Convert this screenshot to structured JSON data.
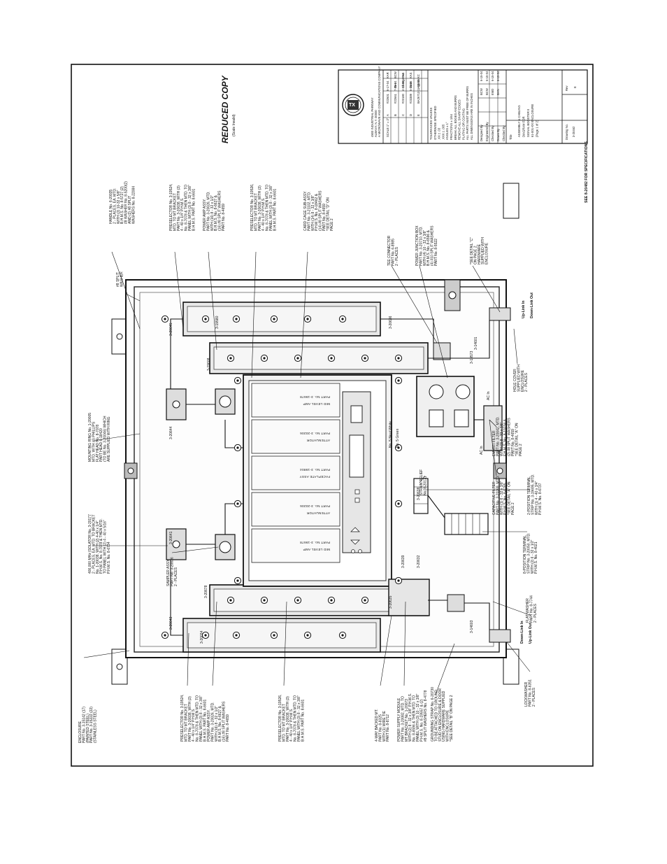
{
  "stamp": {
    "title": "REDUCED COPY",
    "subtitle": "(Scale Invalid)"
  },
  "side_note": "SEE 8-20482 FOR SPECIFICATIONS",
  "title_block": {
    "company_lines": [
      "4900 INDUSTRIAL PARKWAY",
      "ALBANY, N.Y. 00000",
      "A MICROWAVE AND COMMUNICATIONS COMPANY"
    ],
    "scale": "SCALE 1\" = 2\"",
    "rev_headers": [
      "Rev",
      "Change No.",
      "Date",
      "Approv."
    ],
    "revisions": [
      [
        "A",
        "#22601",
        "6-17-04",
        "KAR"
      ],
      [
        "B",
        "#22661",
        "7-25-04",
        "BCW"
      ],
      [
        "C",
        "#23180",
        "4-14-05",
        "KAS"
      ],
      [
        "D",
        "#23389",
        "5-23-05",
        "KAS"
      ],
      [
        "E",
        "BA26713",
        "11-15-05",
        "KC"
      ]
    ],
    "tolerances": [
      "TOLERANCES UNLESS",
      "OTHERWISE SPECIFIED",
      ".XX      ± .03",
      ".XXX     ± .005",
      "ANGLES   ± 1°",
      "FRACTIONS ± 1/64",
      "BREAK ALL EDGES AND BURRS",
      "REMOVE ALL SHARP EDGES",
      "PLATING OR COATING",
      "ALL PARTS MUST BE FREE OF BURRS",
      "ALL DIMENSIONS ARE IN INCHES"
    ],
    "sign_rows": [
      [
        "Designed By",
        "BCW",
        "6-15-04"
      ],
      [
        "Engineered By",
        "BCW",
        "6-15-04"
      ],
      [
        "Checked By",
        "EMD",
        "6-15-04"
      ],
      [
        "Drawn By",
        "BHN",
        "6-15-04"
      ],
      [
        "Checked By",
        "",
        ""
      ]
    ],
    "title_lines": [
      "ASSEMBLY & CABLING",
      "DIAGRAM FOR",
      "SIGNAL BOOSTER II",
      "61-001-XX ENCLOSURE",
      "(Page 1 of 2)"
    ],
    "title_label": "Title",
    "drawing_no_label": "Drawing No.",
    "drawing_no": "3-20462",
    "rev_label": "Rev",
    "rev": "E"
  },
  "modules": [
    {
      "name": "MID LEVEL AMP",
      "part": "PART No. 3-19678"
    },
    {
      "name": "ATTENUATOR",
      "part": "PART No. 3-20206"
    },
    {
      "name": "FACEPLATE ASSY",
      "part": "PART No. 3-19804"
    },
    {
      "name": "ATTENUATOR",
      "part": "PART No. 3-20206"
    },
    {
      "name": "MID LEVEL AMP",
      "part": "PART No. 3-19678"
    }
  ],
  "part_tags": [
    "3-20643",
    "3-20678",
    "3-20645",
    "3-20644",
    "3-20641",
    "3-19580",
    "3-20638",
    "3-20632",
    "3-20639",
    "3-19573",
    "3-14603",
    "3-14601",
    "3-20034",
    "3-20635",
    "3-19608",
    "3-20636"
  ],
  "callouts_top": [
    [
      "HANDLE No. 6-20035",
      "2 - PLACES, EA. MTD.",
      "WITH (2) 10-32 x 5/8\"",
      "B.H.M.S. No. 8-5727 (2)",
      "#8 WASHER No. 8-5200(2)",
      "AND (2) #8 SPLIT",
      "WASHERS No. 8-22084"
    ],
    [
      "#8 SPLIT",
      "WASHER"
    ],
    [
      "PRESELECTOR No. 3-19524,",
      "MTD. TO MT BRACKET",
      "PART No. 3-20038, WITH (3)",
      "4 - 40 x 1/4\" P.H.M.S.",
      "No. 8-7078 & THEN MTD. TO",
      "PANEL WITH (3) 8 - 32 x 3/8\"",
      "B.H.M.S. PART No. 8-6601"
    ],
    [
      "POWER AMP ASSY.",
      "PART No. 3-20026, MTD.",
      "WITH (16) 8 - 32 x 1/2\"",
      "B.H.M.S. No. 8-6627 &",
      "(16) #8 SPLIT WASHERS",
      "PART No. 8-4659"
    ],
    [
      "PRESELECTOR No. 3-19526,",
      "MTD. TO MT BRACKET",
      "PART No. 3-20038, WITH (3)",
      "4 - 40 x 1/4\" P.H.M.S.",
      "No. 8-7078 & THEN MTD. TO",
      "PANEL WITH (3) 8 - 32 x 3/8\"",
      "B.H.M.S. PART No. 8-6601"
    ],
    [
      "CARD CAGE SUB-ASSY.",
      "PART No. 3-21102, MTD.",
      "WITH (14) 8 - 32 x 3/8\"",
      "P.H.M.S. No. 8-18462 &",
      "(14) #8 SPLIT WASHERS",
      "PART No. 8-4659",
      "*SEE DETAIL \"D\" ON",
      "PAGE 2"
    ],
    [
      "TEE CONNECTOR",
      "PART No. 6-8985",
      "2 - PLACES"
    ],
    [
      "POWER JUNCTION BOX",
      "PART No. 3-20710, MTD.",
      "WITH (4) 10 - 32 x 3/8\"",
      "B.H.M.S. No. 8-6596 &",
      "(4) #10 SPLIT WASHERS",
      "PART No. 8-5522"
    ],
    [
      "*SEE DETAIL \"C\"",
      "ON PAGE 2,",
      "HARDWARE",
      "SUPPLIED WITH",
      "ENCLOSURE"
    ]
  ],
  "callouts_bottom": [
    [
      "ENCLOSURE",
      "PART No. 3-15142 (17)",
      "(PAINTED STEEL)",
      "PART No. 3-15222 (22)",
      "(STAINLESS STEEL)"
    ],
    [
      "PRESELECTOR No. 3-19524,",
      "MTD. TO MT BRACKET",
      "PART No. 3-20038, WITH (3)",
      "4 - 40 x 1/4\" P.H.M.S.",
      "No. 8-7078 & THEN MTD. TO",
      "PANEL WITH (3) 8 - 32 x 3/8\"",
      "B.H.M.S. PART No. 8-6601"
    ],
    [
      "POWER AMP ASSY.",
      "PART No. 3-20026, MTD.",
      "WITH (16) 8 - 32 x 1/2\"",
      "B.H.M.S. No. 8-6627 &",
      "(16) #8 SPLIT WASHERS",
      "PART No. 8-4659"
    ],
    [
      "PRESELECTOR No. 3-19526,",
      "MTD. TO MT BRACKET",
      "PART No. 3-20038, WITH (3)",
      "4 - 40 x 1/4\" P.H.M.S.",
      "No. 8-7078 & THEN MTD. TO",
      "PANEL WITH (3) 8 - 32 x 3/8\"",
      "B.H.M.S. PART No. 8-6601"
    ],
    [
      "4-WAY BACKED MT.",
      "PART No. 8-8325",
      "WITH (1) WIRE TIE",
      "PART No. 8-8712"
    ],
    [
      "POWER SUPPLY MODULE",
      "PART No. 3-20082, MTD. TO",
      "MT BRACKET No. 1-20073",
      "WITH (2) 8 - 32 x 3/8\" P.H.M.S.",
      "No. 8-6596 & THEN MTD. TO",
      "PANEL WITH (3) 10 - 32 x 3/8\"",
      "P.H.M.S. No. 8-19557 & (2)",
      "#8 SPLIT WASHERS No. 8-4778"
    ],
    [
      "GROUNDING STRAP No. 6-20730",
      "TO BE ATTACHED TO GROUND",
      "STUD ON ENCLOSURE & DOOR",
      "USING HARDWARE SUPPLIED",
      "WITH ENCLOSURE",
      "*SEE DETAIL \"B\" ON PAGE 2"
    ],
    [
      "LOCKWASHER",
      "PART No. 8-6351",
      "2 - PLACES"
    ],
    [
      "FLAT WASHER",
      "PART No. 8-7744",
      "2 - PLACES"
    ]
  ],
  "callouts_mid": [
    [
      "400,000 MHz ISOLATOR No. 3-20177",
      "2 - PLACES, EA. MTD. TO BRACKET",
      "No. 1-20038, WITH (2) 4-40 x 1/4\"",
      "P.H.M.S. No. 8-7078 & THEN MTD.",
      "TO PANEL WITH (2) 4 - 40 x 5/16\"",
      "P.H.M.S. No. 8-6734"
    ],
    [
      "SAMPLER ASSY.",
      "PART No. 3-20036",
      "2 - PLACES"
    ],
    [
      "MOUNTING RING No. 1-20005",
      "MTD. WITH (4) PHILLIPS",
      "FLAT HEAD No. 8-7078",
      "PART HEAD 6-18420",
      "(TO BE No. 3-20046) WHICH",
      "ARE SUPPLIED WITH RING"
    ],
    [
      "8-POSITION TERMINAL",
      "STRIP No. 3-20050, MTD.",
      "WITH (2) 6 - 32 x 1/2\"",
      "P.H.M.S. No. 8-4021"
    ],
    [
      "2-POSITION TERMINAL",
      "STRIP No. 3-19695, MTD.",
      "WITH (1) 4 - 40 x 3/4\"",
      "P.H.M.S. No. 8-6737"
    ],
    [
      "STRAIN RELIEF",
      "No. 8-20171"
    ],
    [
      "CAPACITIVE FILTER",
      "PART No. 3-20269, MTD.",
      "WITH (1) 6 - 32 x 3/8\"",
      "P.H.M.S. No. 8-6785",
      "*SEE DETAIL \"A\" ON",
      "PAGE 2"
    ],
    [
      "EMI/RFI FILTER",
      "PART No. 3-20042, MTD.",
      "WITH (2) 8 - 32 x 3/8\"",
      "F.H.M.S. No. 8-19234 &",
      "(2) #8 SPLIT WASHERS",
      "PART No. 8-4659",
      "*SEE DETAIL \"A\" ON",
      "PAGE 2"
    ],
    [
      "HOLE COVER",
      "SUPPLIED WITH",
      "ENCLOSURE",
      "2 - PLACES"
    ]
  ],
  "connector_labels": [
    "Up-Link In",
    "Down-Link Out",
    "Down-Link In",
    "Up-Link Out"
  ],
  "ac_labels": [
    "AC In",
    "AC In",
    "No. 5 Neut White",
    "No. 5 Green"
  ]
}
